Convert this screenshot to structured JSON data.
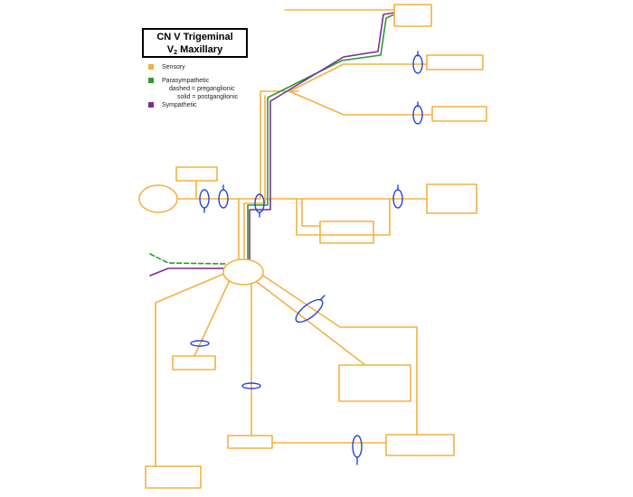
{
  "title": {
    "line1": "CN V  Trigeminal",
    "line2_prefix": "V",
    "line2_sub": "2",
    "line2_suffix": " Maxillary"
  },
  "legend": {
    "sensory": "Sensory",
    "parasympathetic": "Parasympathetic",
    "dashed": "dashed = preganglionic",
    "solid": "solid = postganglionic",
    "sympathetic": "Sympathetic"
  },
  "colors": {
    "sensory": "#f5b042",
    "parasympathetic": "#2e9a2e",
    "sympathetic": "#7a2e9a",
    "marker": "#2244dd",
    "title_border": "#000000"
  }
}
